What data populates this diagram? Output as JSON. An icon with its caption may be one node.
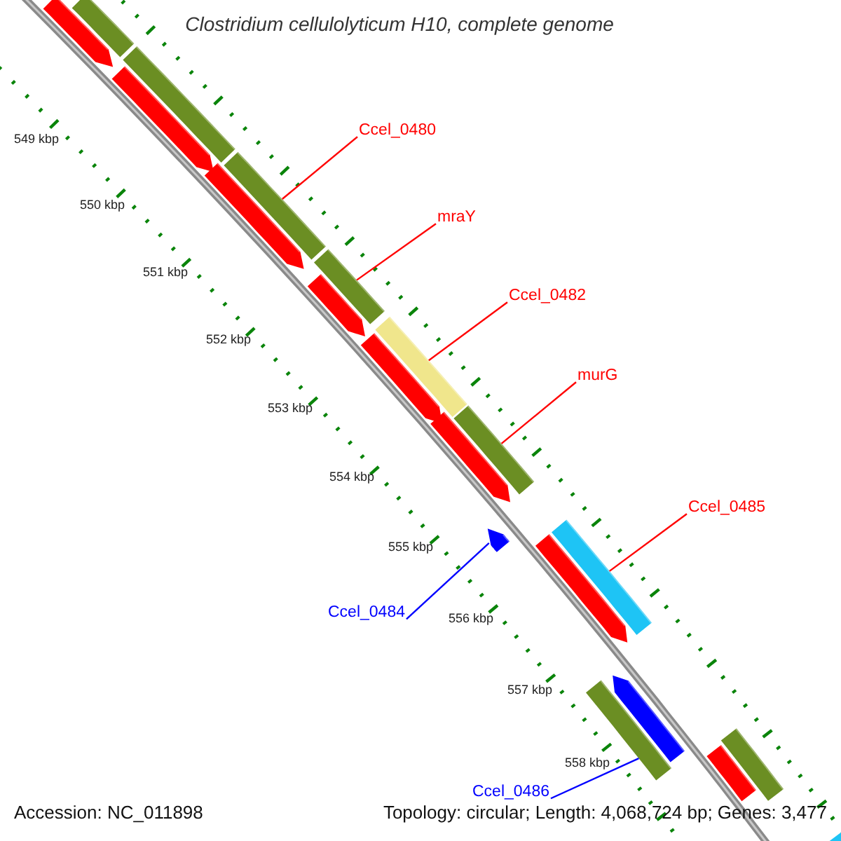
{
  "diagram": {
    "title": "Clostridium cellulolyticum H10, complete genome",
    "nodes": [
      {
        "text": [
          "Ccel_0480"
        ]
      },
      {
        "text": [],
        "shape": "bar"
      },
      {
        "text": [
          "mraY"
        ]
      },
      {
        "text": [],
        "shape": "bar"
      },
      {
        "text": [
          "Ccel_0482"
        ]
      },
      {
        "text": [],
        "shape": "bar"
      },
      {
        "text": [
          "murG"
        ]
      },
      {
        "text": [],
        "shape": "bar"
      },
      {
        "text": [
          "Ccel_0485"
        ]
      },
      {
        "text": [],
        "shape": "bar"
      },
      {
        "text": [
          "Ccel_0484"
        ]
      },
      {
        "text": [],
        "shape": "pentagon"
      },
      {
        "text": [
          "Ccel_0486"
        ]
      },
      {
        "text": [],
        "shape": "bar"
      },
      {
        "text": [],
        "shape": "bar"
      },
      {
        "text": [],
        "shape": "arrow"
      },
      {
        "text": [],
        "shape": "bar"
      },
      {
        "text": [],
        "shape": "arrow"
      },
      {
        "text": [],
        "shape": "arrow"
      },
      {
        "text": [],
        "shape": "arrow"
      },
      {
        "text": [],
        "shape": "arrow"
      },
      {
        "text": [],
        "shape": "arrow"
      },
      {
        "text": [],
        "shape": "arrow"
      },
      {
        "text": [],
        "shape": "arrow"
      },
      {
        "text": [],
        "shape": "bar"
      },
      {
        "text": [],
        "shape": "arrow"
      },
      {
        "text": [],
        "shape": "bar"
      }
    ],
    "edges": [
      {
        "from": 0,
        "to": 1,
        "arrow": "none"
      },
      {
        "from": 2,
        "to": 3,
        "arrow": "none"
      },
      {
        "from": 4,
        "to": 5,
        "arrow": "none"
      },
      {
        "from": 6,
        "to": 7,
        "arrow": "none"
      },
      {
        "from": 8,
        "to": 9,
        "arrow": "none"
      },
      {
        "from": 10,
        "to": 11,
        "arrow": "none",
        "color": "#0000ff"
      },
      {
        "from": 12,
        "to": 13,
        "arrow": "none",
        "color": "#0000ff"
      }
    ],
    "labels": [
      "549 kbp",
      "550 kbp",
      "551 kbp",
      "552 kbp",
      "553 kbp",
      "554 kbp",
      "555 kbp",
      "556 kbp",
      "557 kbp",
      "558 kbp",
      "Accession: NC_011898",
      "Topology: circular; Length: 4,068,724 bp; Genes: 3,477"
    ]
  }
}
